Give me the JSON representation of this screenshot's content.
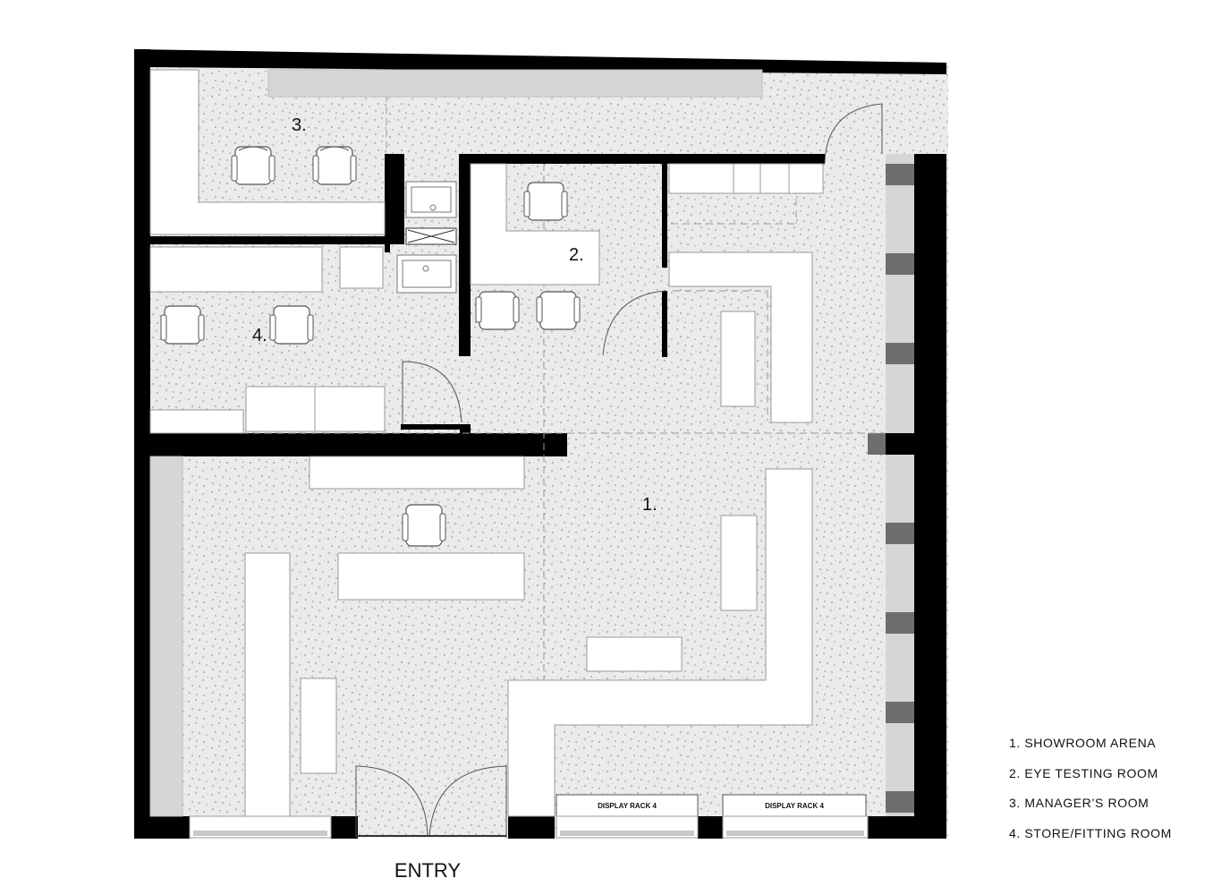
{
  "rooms": [
    {
      "number": "1."
    },
    {
      "number": "2."
    },
    {
      "number": "3."
    },
    {
      "number": "4."
    }
  ],
  "display_racks": [
    {
      "label": "DISPLAY RACK 4"
    },
    {
      "label": "DISPLAY RACK 4"
    }
  ],
  "entry_label": "ENTRY",
  "legend": [
    {
      "text": "1. SHOWROOM ARENA"
    },
    {
      "text": "2. EYE TESTING ROOM"
    },
    {
      "text": "3. MANAGER’S ROOM"
    },
    {
      "text": "4. STORE/FITTING ROOM"
    }
  ],
  "colors": {
    "wall": "#000000",
    "floor": "#e9e8e6",
    "furniture": "#ffffff",
    "shelf": "#d6d6d4",
    "window_dark": "#6e6e6e"
  }
}
